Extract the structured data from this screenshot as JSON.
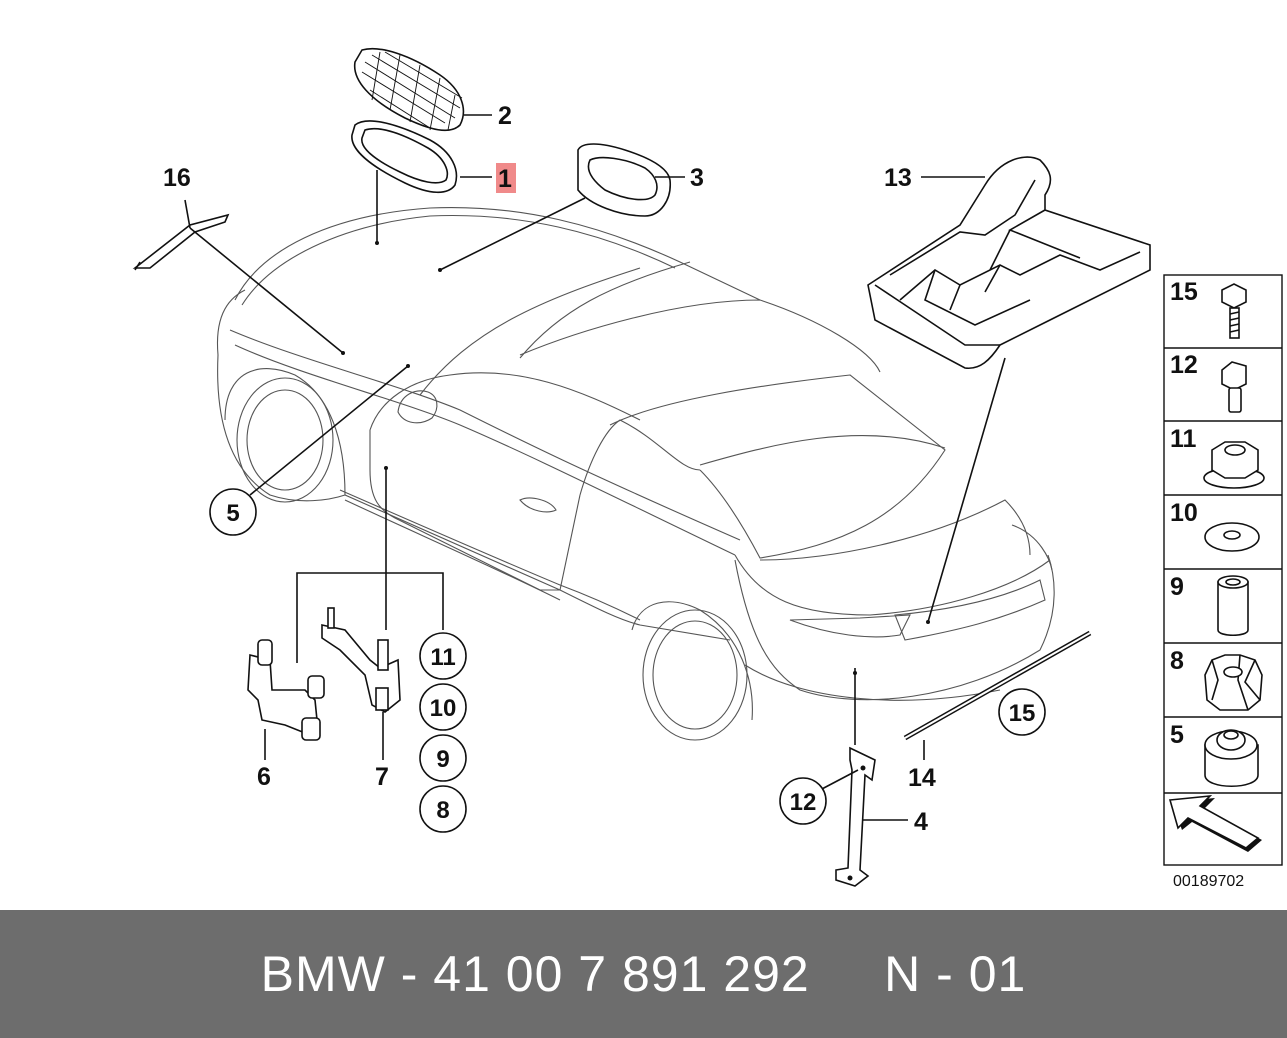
{
  "diagram": {
    "callouts": {
      "p1": "1",
      "p2": "2",
      "p3": "3",
      "p4": "4",
      "p5": "5",
      "p6": "6",
      "p7": "7",
      "p11": "11",
      "p10": "10",
      "p9": "9",
      "p8": "8",
      "p12": "12",
      "p13": "13",
      "p14": "14",
      "p15": "15",
      "p16": "16"
    },
    "highlight_color": "#f08a8a",
    "legend": [
      {
        "label": "15",
        "icon": "screw-icon"
      },
      {
        "label": "12",
        "icon": "bolt-icon"
      },
      {
        "label": "11",
        "icon": "nut-icon"
      },
      {
        "label": "10",
        "icon": "washer-icon"
      },
      {
        "label": "9",
        "icon": "spacer-sleeve-icon"
      },
      {
        "label": "8",
        "icon": "rubber-buffer-icon"
      },
      {
        "label": "5",
        "icon": "bushing-icon"
      }
    ],
    "figure_number": "00189702"
  },
  "footer": {
    "text": "BMW - 41 00 7 891 292     N - 01",
    "background": "#6d6d6d"
  }
}
